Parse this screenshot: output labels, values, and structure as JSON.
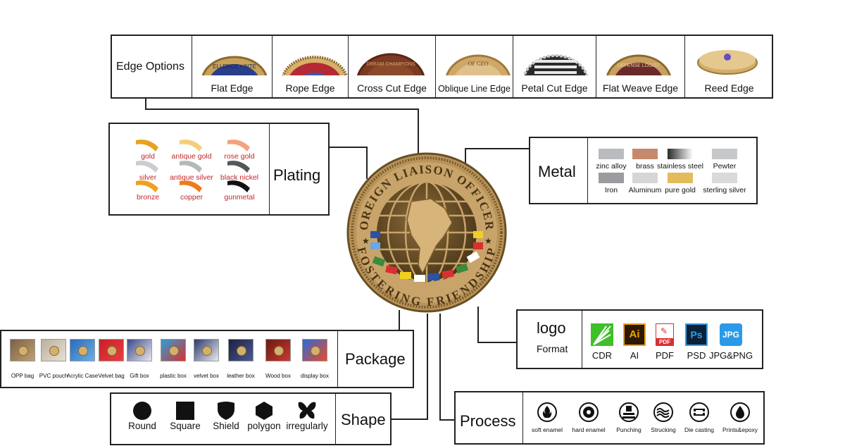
{
  "edge": {
    "title": "Edge Options",
    "items": [
      {
        "label": "Flat Edge",
        "text": "ELLENCE • INTE"
      },
      {
        "label": "Rope Edge",
        "text": ""
      },
      {
        "label": "Cross Cut Edge",
        "text": "DREAM CHAMPIONS"
      },
      {
        "label": "Oblique Line Edge",
        "text": "OF GEO"
      },
      {
        "label": "Petal Cut Edge",
        "text": ""
      },
      {
        "label": "Flat Weave Edge",
        "text": "DEFENSE LOGIST"
      },
      {
        "label": "Reed Edge",
        "text": ""
      }
    ]
  },
  "plating": {
    "title": "Plating",
    "items": [
      {
        "label": "gold",
        "color": "#e8a21c"
      },
      {
        "label": "antique gold",
        "color": "#f2cf7a"
      },
      {
        "label": "rose gold",
        "color": "#f3a27e"
      },
      {
        "label": "silver",
        "color": "#c9ccd0"
      },
      {
        "label": "antique silver",
        "color": "#b5b8bb"
      },
      {
        "label": "black nickel",
        "color": "#55575b"
      },
      {
        "label": "bronze",
        "color": "#f0a020"
      },
      {
        "label": "copper",
        "color": "#f07a1a"
      },
      {
        "label": "gunmetal",
        "color": "#111111"
      }
    ]
  },
  "metal": {
    "title": "Metal",
    "items": [
      {
        "label": "zinc alloy",
        "color": "#b9bbbe"
      },
      {
        "label": "brass",
        "color": "#c58a6d"
      },
      {
        "label": "stainless steel",
        "color": "#5a5a5a"
      },
      {
        "label": "Pewter",
        "color": "#c7c8ca"
      },
      {
        "label": "Iron",
        "color": "#9a9c9f"
      },
      {
        "label": "Aluminum",
        "color": "#d4d6d8"
      },
      {
        "label": "pure gold",
        "color": "#e2bb5c"
      },
      {
        "label": "sterling silver",
        "color": "#d9dadc"
      }
    ]
  },
  "coin": {
    "top_text": "FOREIGN LIAISON OFFICERS",
    "bottom_text": "FOSTERING FRIENDSHIP"
  },
  "logo": {
    "title": "logo",
    "subtitle": "Format",
    "items": [
      {
        "label": "CDR",
        "icon": "coreldraw-icon"
      },
      {
        "label": "AI",
        "icon": "illustrator-icon",
        "badge": "Ai"
      },
      {
        "label": "PDF",
        "icon": "pdf-icon",
        "badge": "PDF"
      },
      {
        "label": "PSD",
        "icon": "photoshop-icon",
        "badge": "Ps"
      },
      {
        "label": "JPG&PNG",
        "icon": "jpg-icon",
        "badge": "JPG"
      }
    ]
  },
  "package": {
    "title": "Package",
    "items": [
      {
        "label": "OPP bag"
      },
      {
        "label": "PVC pouch"
      },
      {
        "label": "Acrylic Case"
      },
      {
        "label": "Velvet bag"
      },
      {
        "label": "Gift box"
      },
      {
        "label": "plastic box"
      },
      {
        "label": "velvet box"
      },
      {
        "label": "leather box"
      },
      {
        "label": "Wood box"
      },
      {
        "label": "display box"
      }
    ]
  },
  "shape": {
    "title": "Shape",
    "items": [
      {
        "label": "Round",
        "icon": "circle-icon"
      },
      {
        "label": "Square",
        "icon": "square-icon"
      },
      {
        "label": "Shield",
        "icon": "shield-icon"
      },
      {
        "label": "polygon",
        "icon": "hexagon-icon"
      },
      {
        "label": "irregularly",
        "icon": "butterfly-icon"
      }
    ]
  },
  "process": {
    "title": "Process",
    "items": [
      {
        "label": "soft enamel",
        "icon": "flame-icon"
      },
      {
        "label": "hard enamel",
        "icon": "disc-icon"
      },
      {
        "label": "Punching",
        "icon": "press-icon"
      },
      {
        "label": "Strucking",
        "icon": "wave-icon"
      },
      {
        "label": "Die casting",
        "icon": "mold-icon"
      },
      {
        "label": "Prints&epoxy",
        "icon": "drop-icon"
      }
    ]
  }
}
